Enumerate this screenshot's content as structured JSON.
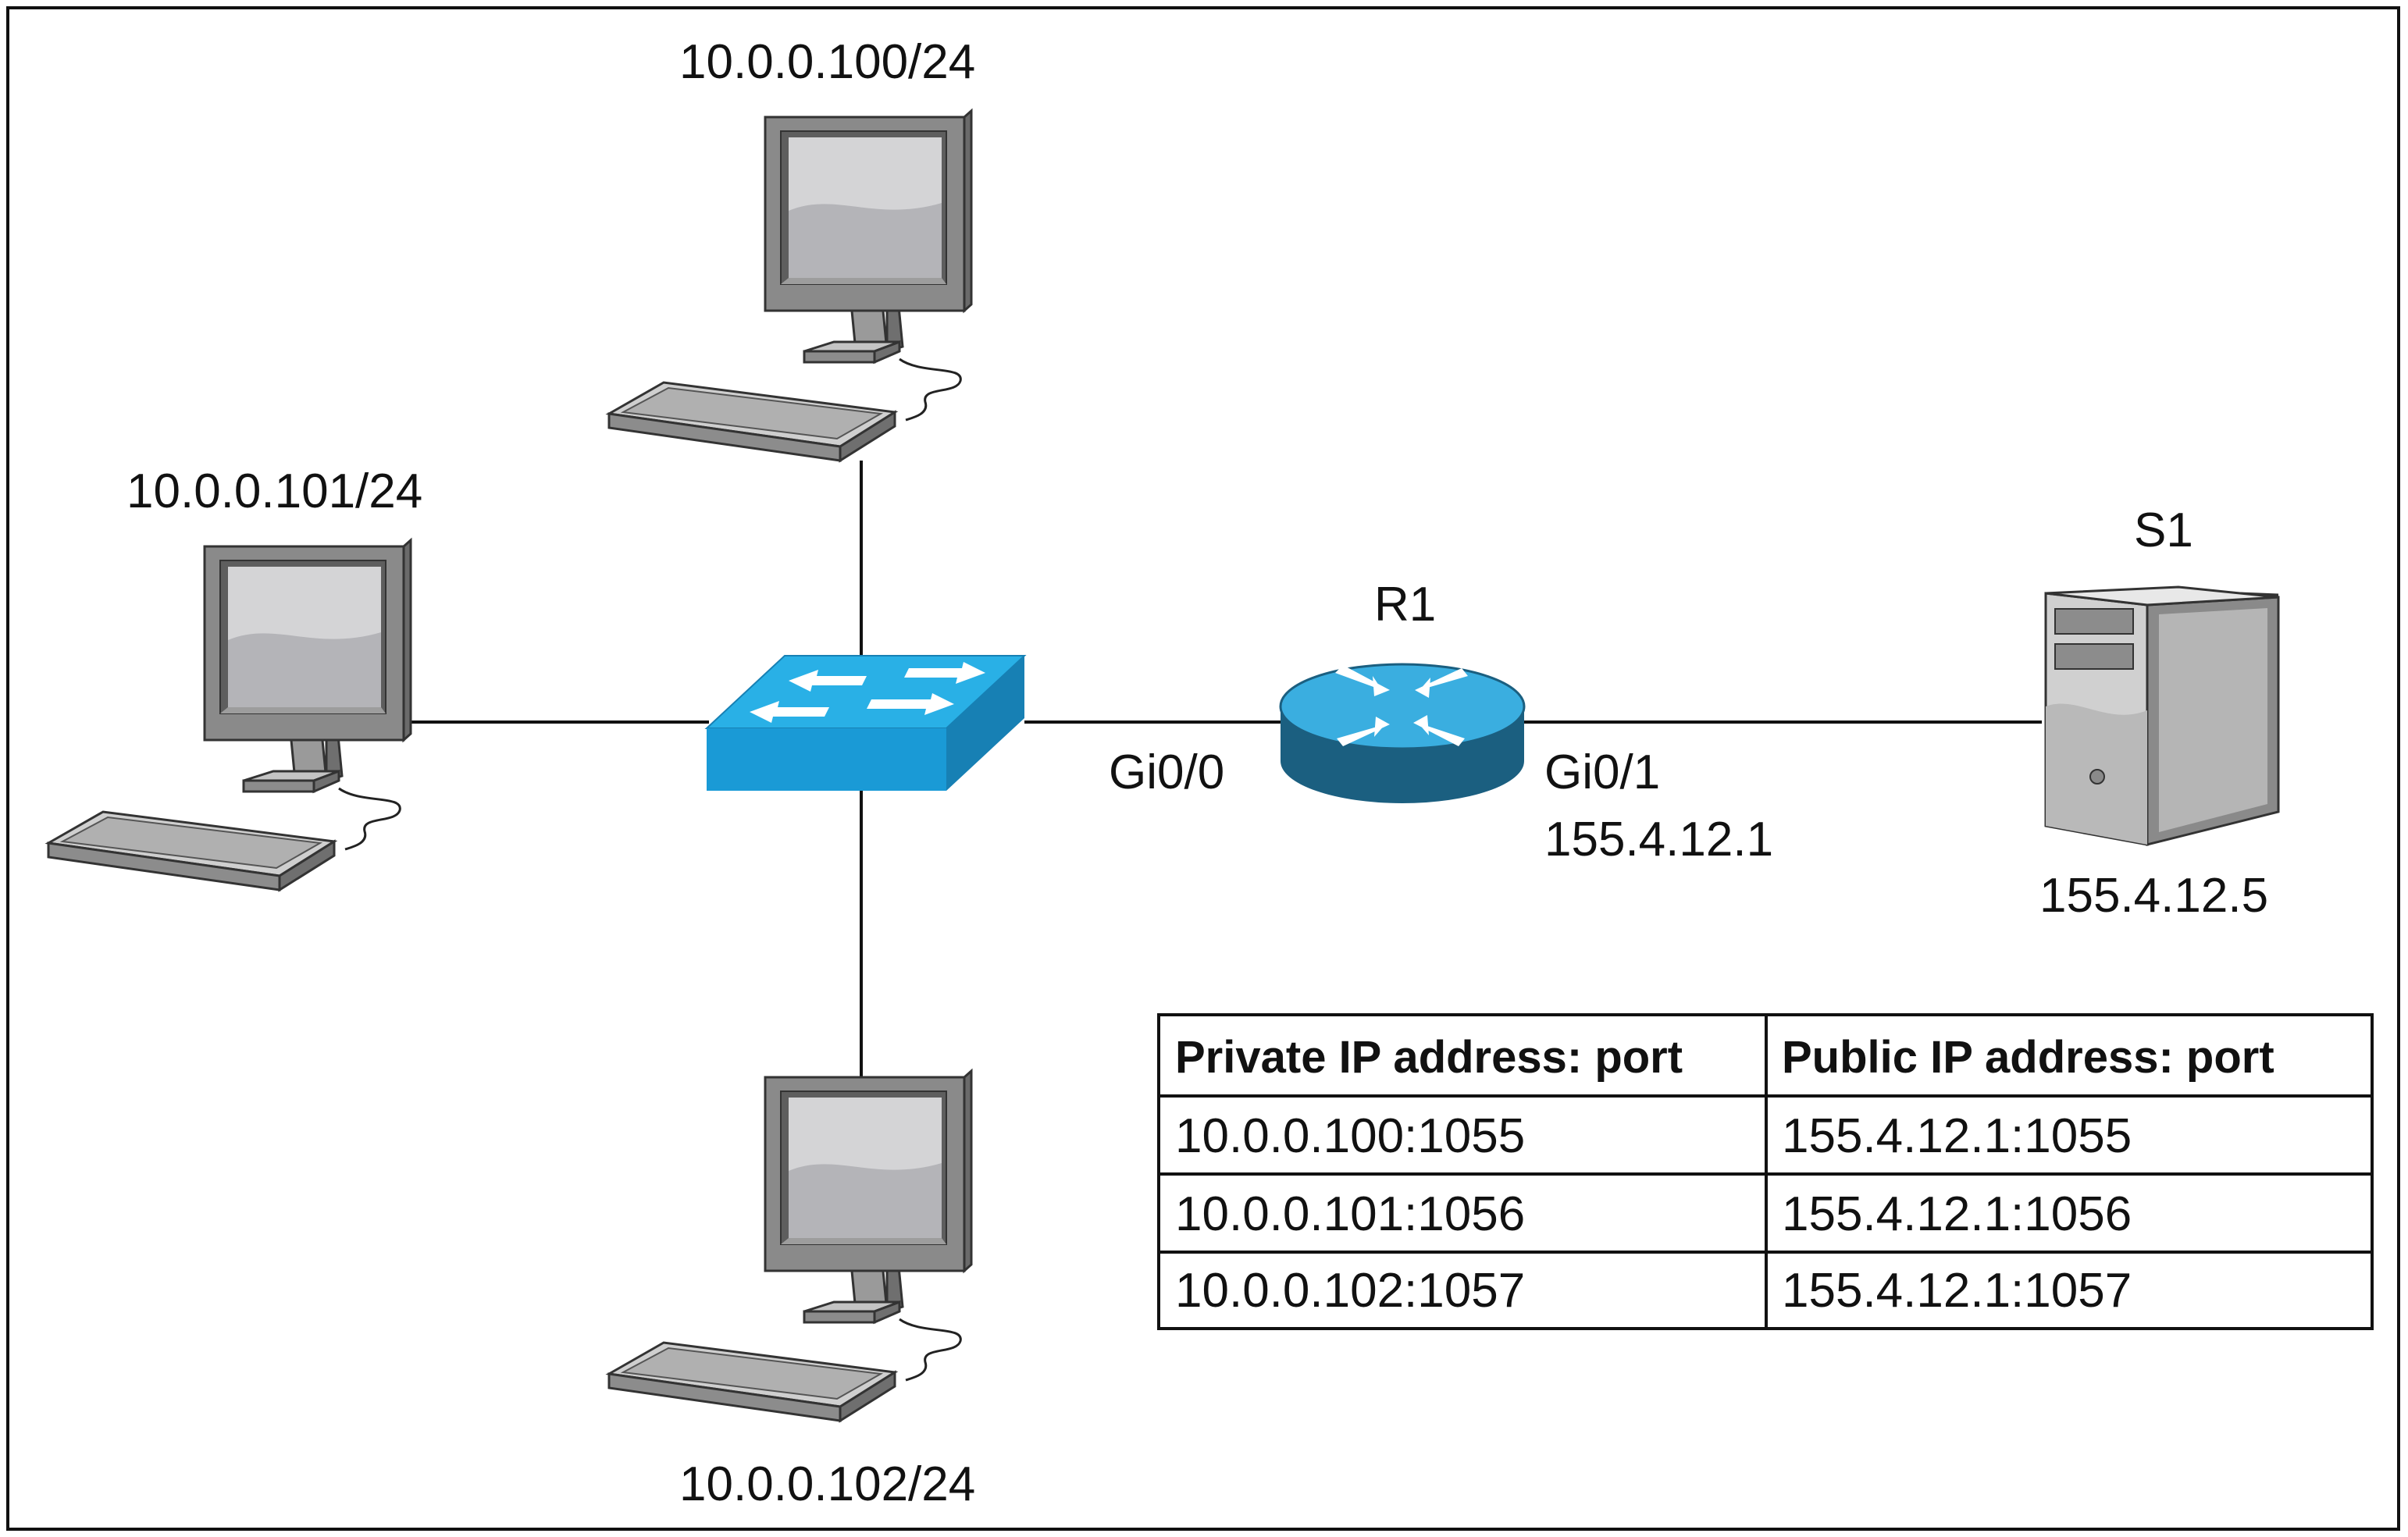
{
  "hosts": [
    {
      "id": "pc-top",
      "label": "10.0.0.100/24"
    },
    {
      "id": "pc-left",
      "label": "10.0.0.101/24"
    },
    {
      "id": "pc-bottom",
      "label": "10.0.0.102/24"
    }
  ],
  "router": {
    "name": "R1",
    "inside_interface": "Gi0/0",
    "outside_interface": "Gi0/1",
    "outside_ip": "155.4.12.1"
  },
  "server": {
    "name": "S1",
    "ip": "155.4.12.5"
  },
  "nat_table": {
    "headers": [
      "Private IP address: port",
      "Public IP address: port"
    ],
    "rows": [
      [
        "10.0.0.100:1055",
        "155.4.12.1:1055"
      ],
      [
        "10.0.0.101:1056",
        "155.4.12.1:1056"
      ],
      [
        "10.0.0.102:1057",
        "155.4.12.1:1057"
      ]
    ]
  },
  "colors": {
    "switch_top": "#29b0e6",
    "switch_front": "#1a9ad6",
    "switch_side": "#1780b4",
    "router_top": "#3aaee0",
    "router_body": "#1b5f80",
    "monitor_gray": "#8a8a8a",
    "screen": "#d4d4d6",
    "link": "#111111"
  }
}
